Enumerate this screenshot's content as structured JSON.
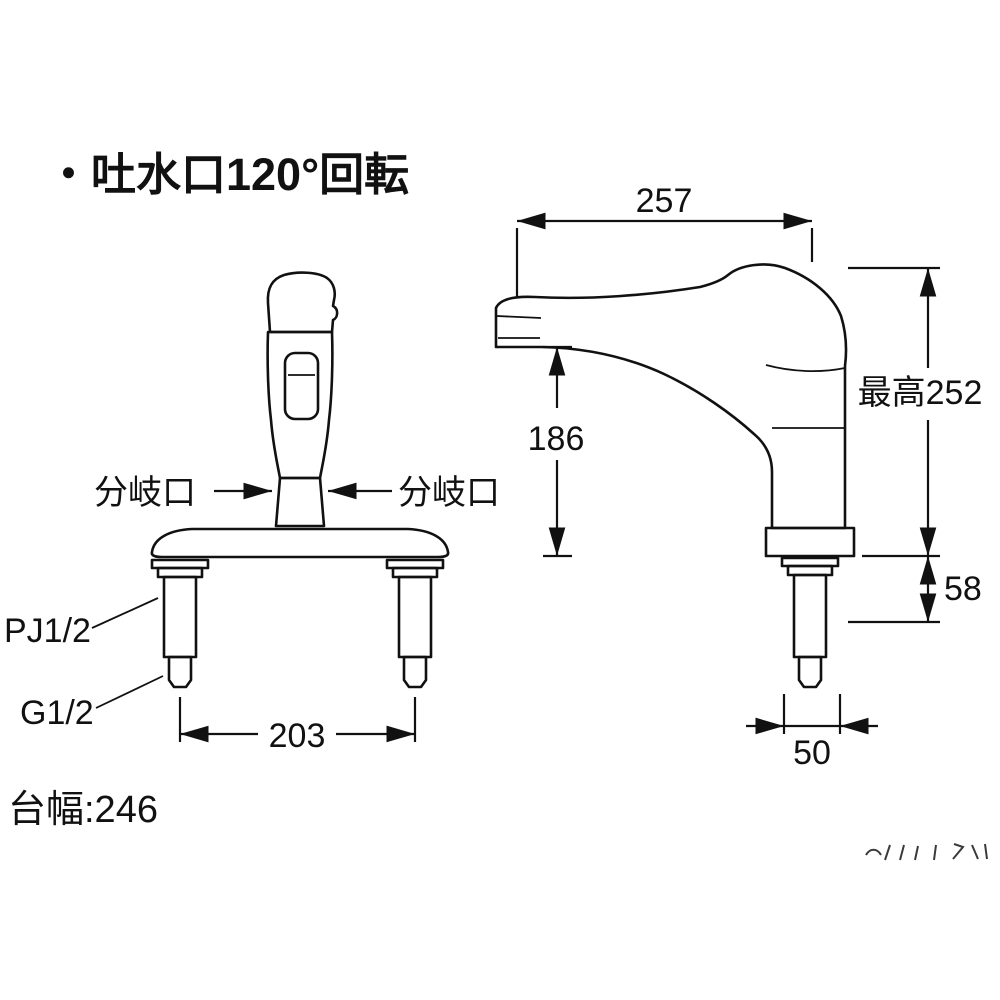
{
  "title": "・吐水口120°回転",
  "front_view": {
    "branch_left": "分岐口",
    "branch_right": "分岐口",
    "thread_upper": "PJ1/2",
    "thread_lower": "G1/2",
    "hole_pitch": "203",
    "base_width": "台幅:246"
  },
  "side_view": {
    "spout_reach": "257",
    "spout_height": "186",
    "max_height": "最高252",
    "under_deck": "58",
    "shank_width": "50"
  },
  "colors": {
    "line": "#111111",
    "background": "#ffffff"
  }
}
